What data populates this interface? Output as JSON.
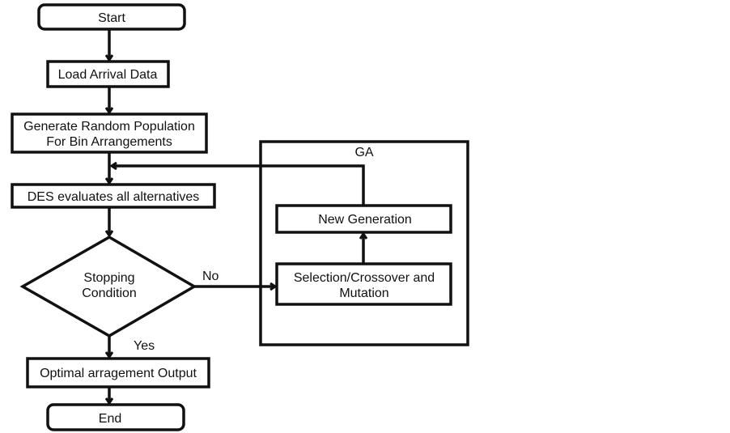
{
  "nodes": {
    "start": {
      "label": "Start"
    },
    "load": {
      "label": "Load Arrival Data"
    },
    "generate": {
      "line1": "Generate Random Population",
      "line2": "For Bin Arrangements"
    },
    "des": {
      "label": "DES evaluates all alternatives"
    },
    "decision": {
      "line1": "Stopping",
      "line2": "Condition"
    },
    "output": {
      "label": "Optimal arragement Output"
    },
    "end": {
      "label": "End"
    }
  },
  "ga": {
    "title": "GA",
    "new_generation": {
      "label": "New Generation"
    },
    "selection": {
      "line1": "Selection/Crossover and",
      "line2": "Mutation"
    }
  },
  "edges": {
    "no_label": "No",
    "yes_label": "Yes"
  },
  "colors": {
    "stroke": "#111111",
    "background": "#ffffff"
  }
}
